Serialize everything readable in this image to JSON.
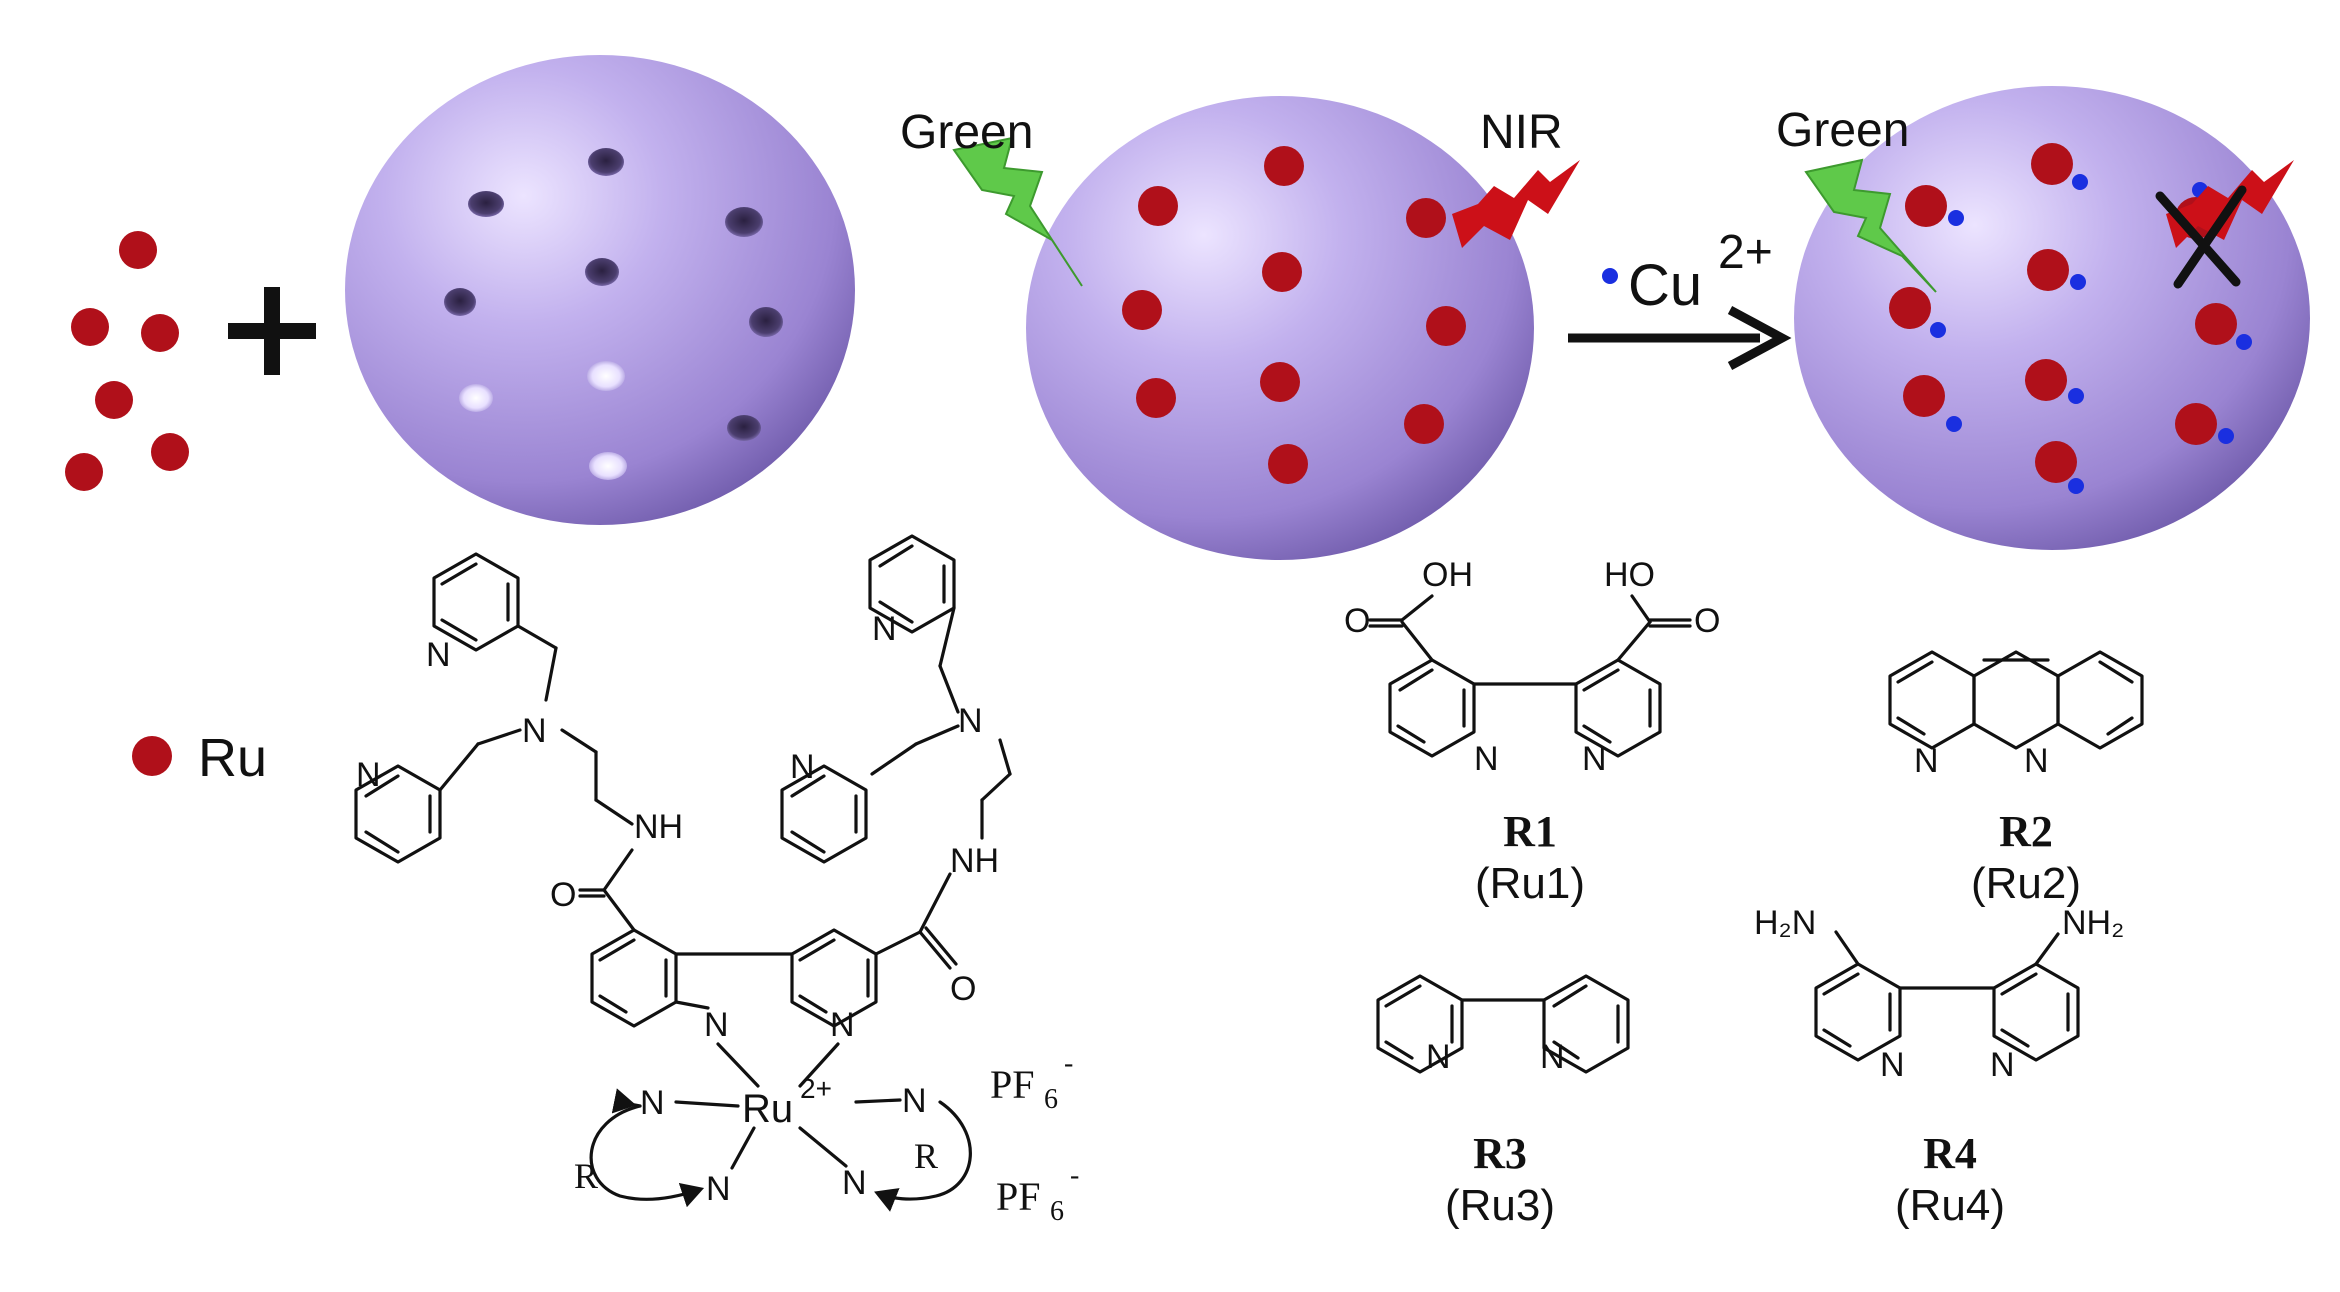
{
  "labels": {
    "green_1": "Green",
    "nir": "NIR",
    "green_2": "Green",
    "cu": "Cu",
    "cu_charge": "2+",
    "legend_ru": "Ru",
    "pf6_1": "PF",
    "pf6_2": "PF",
    "pf6_sub": "6",
    "pf6_sup": "-",
    "ru_center": "Ru",
    "ru_charge": "2+",
    "r_left": "R",
    "r_right": "R"
  },
  "ligands": [
    {
      "name": "R1",
      "sub": "(Ru1)"
    },
    {
      "name": "R2",
      "sub": "(Ru2)"
    },
    {
      "name": "R3",
      "sub": "(Ru3)"
    },
    {
      "name": "R4",
      "sub": "(Ru4)"
    }
  ],
  "atoms": {
    "N": "N",
    "NH": "NH",
    "O": "O",
    "OH": "OH",
    "HO": "HO",
    "H2N": "H₂N",
    "NH2": "NH₂"
  },
  "colors": {
    "sphere": "#a48ed6",
    "ru_dot": "#b0101a",
    "cu_dot": "#1a2fe0",
    "green_bolt": "#5fc94a",
    "nir_bolt": "#cc1018"
  }
}
